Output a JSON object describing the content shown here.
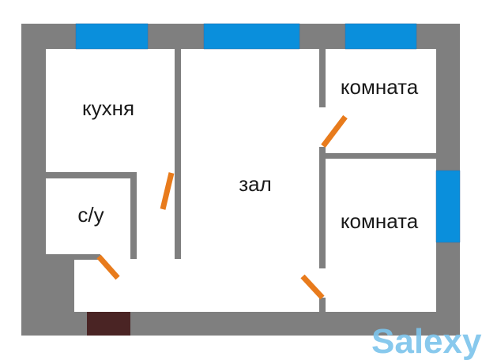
{
  "rooms": {
    "kitchen": "кухня",
    "hall": "зал",
    "room_top": "комната",
    "room_bottom": "комната",
    "bathroom": "с/у"
  },
  "watermark": "Salexy",
  "colors": {
    "wall": "#7f7f7f",
    "window": "#0a8fdc",
    "door": "#e87b1c",
    "entrance": "#4a2424"
  }
}
